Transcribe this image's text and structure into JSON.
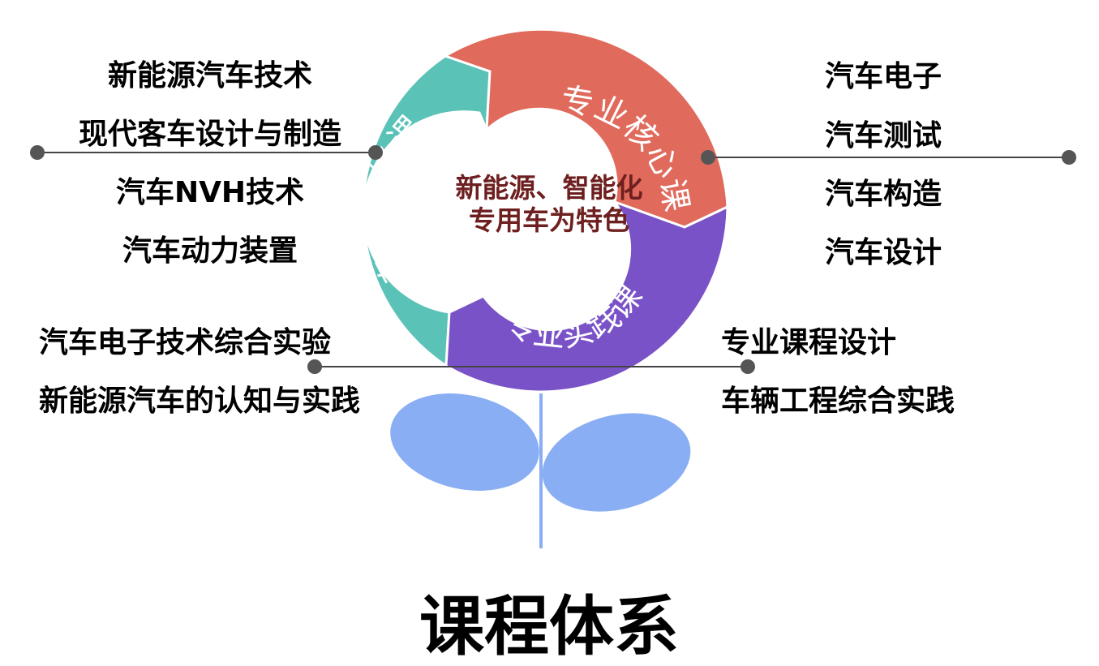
{
  "center": {
    "text": "新能源、智能化专用车为特色"
  },
  "ring": {
    "segments": [
      {
        "key": "core",
        "label": "专业核心课",
        "color": "#e06b5c"
      },
      {
        "key": "practice",
        "label": "专业实践课",
        "color": "#7a52c7"
      },
      {
        "key": "elective",
        "label": "专业选修课",
        "color": "#5bc2b8"
      }
    ]
  },
  "left_top": [
    "新能源汽车技术",
    "现代客车设计与制造",
    "汽车NVH技术",
    "汽车动力装置"
  ],
  "right_top": [
    "汽车电子",
    "汽车测试",
    "汽车构造",
    "汽车设计"
  ],
  "left_bottom": [
    "汽车电子技术综合实验",
    "新能源汽车的认知与实践"
  ],
  "right_bottom": [
    "专业课程设计",
    "车辆工程综合实践"
  ],
  "title": "课程体系",
  "colors": {
    "leaf": "#8aaef3",
    "connector": "#444444",
    "center_text": "#6e1f1f",
    "ring_label": "#ffffff"
  }
}
